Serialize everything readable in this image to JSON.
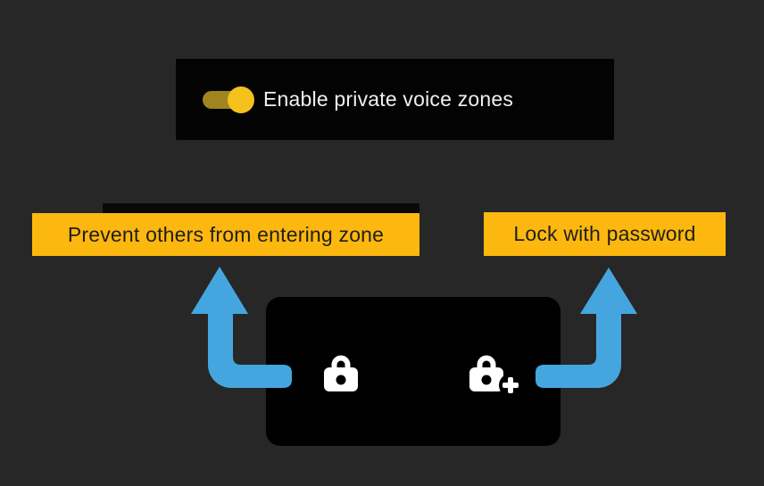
{
  "colors": {
    "background": "#272727",
    "panel_black": "#030303",
    "callout_yellow": "#fcb80e",
    "callout_text": "#201d19",
    "toggle_track": "#a0851f",
    "toggle_knob": "#f5c11c",
    "arrow_blue": "#45a6df",
    "toggle_label_text": "#f1eff1",
    "icon_white": "#ffffff"
  },
  "toggle_card": {
    "label": "Enable private voice zones",
    "state": "on"
  },
  "callouts": {
    "left": {
      "text": "Prevent others from entering zone"
    },
    "right": {
      "text": "Lock with password"
    }
  },
  "zone_card": {
    "icons": [
      {
        "name": "lock-icon",
        "callout": "Prevent others from entering zone"
      },
      {
        "name": "lock-plus-icon",
        "callout": "Lock with password"
      }
    ]
  }
}
